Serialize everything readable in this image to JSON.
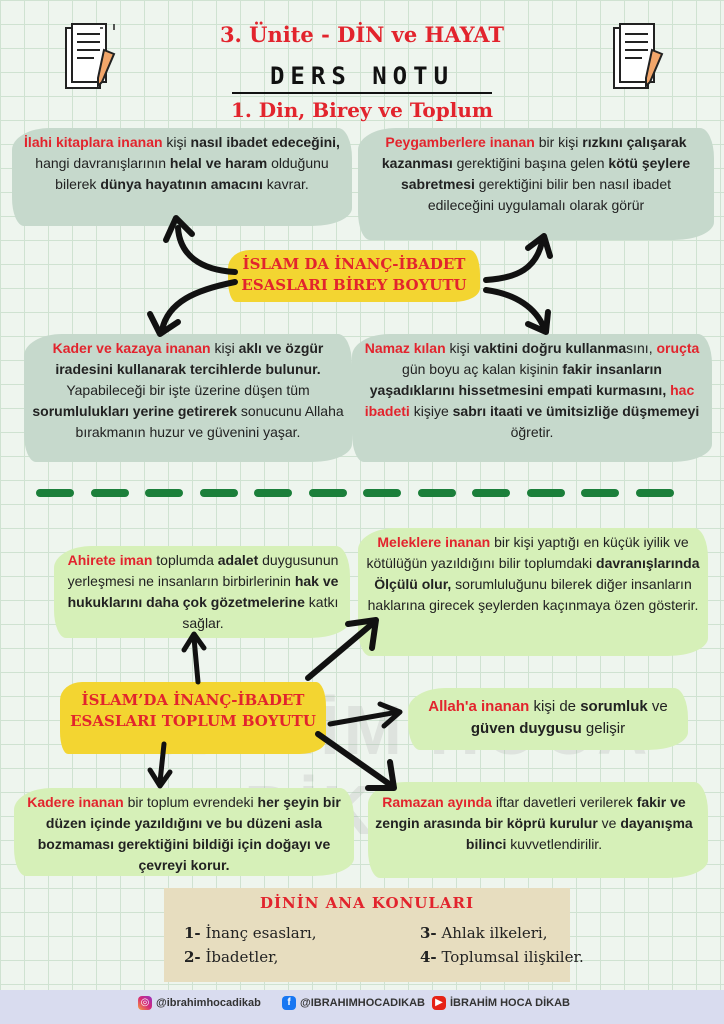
{
  "header": {
    "unit_title": "3. Ünite - DİN ve HAYAT",
    "ders_notu": "DERS NOTU",
    "section_title": "1. Din, Birey ve Toplum"
  },
  "individual": {
    "center_line1": "İSLAM DA İNANÇ-İBADET",
    "center_line2": "ESASLARI BİREY BOYUTU",
    "card1": [
      {
        "t": "İlahi kitaplara inanan",
        "s": "red"
      },
      {
        "t": " kişi ",
        "s": ""
      },
      {
        "t": "nasıl ibadet edeceğini,",
        "s": "b"
      },
      {
        "t": " hangi davranışlarının ",
        "s": ""
      },
      {
        "t": "helal ve haram",
        "s": "b"
      },
      {
        "t": " olduğunu bilerek ",
        "s": ""
      },
      {
        "t": "dünya hayatının amacını",
        "s": "b"
      },
      {
        "t": " kavrar.",
        "s": ""
      }
    ],
    "card2": [
      {
        "t": "Peygamberlere inanan",
        "s": "red"
      },
      {
        "t": " bir kişi ",
        "s": ""
      },
      {
        "t": "rızkını çalışarak kazanması",
        "s": "b"
      },
      {
        "t": " gerektiğini başına gelen ",
        "s": ""
      },
      {
        "t": "kötü şeylere sabretmesi",
        "s": "b"
      },
      {
        "t": " gerektiğini bilir ben nasıl ibadet edileceğini uygulamalı olarak görür",
        "s": ""
      }
    ],
    "card3": [
      {
        "t": "Kader ve kazaya inanan",
        "s": "red"
      },
      {
        "t": " kişi ",
        "s": ""
      },
      {
        "t": "aklı ve özgür iradesini kullanarak tercihlerde bulunur.",
        "s": "b"
      },
      {
        "t": " Yapabileceği bir işte üzerine düşen tüm ",
        "s": ""
      },
      {
        "t": "sorumlulukları yerine getirerek",
        "s": "b"
      },
      {
        "t": " sonucunu Allaha bırakmanın huzur ve güvenini yaşar.",
        "s": ""
      }
    ],
    "card4": [
      {
        "t": "Namaz kılan",
        "s": "red"
      },
      {
        "t": "  kişi ",
        "s": ""
      },
      {
        "t": "vaktini doğru kullanma",
        "s": "b"
      },
      {
        "t": "sını, ",
        "s": ""
      },
      {
        "t": "oruçta",
        "s": "red"
      },
      {
        "t": " gün boyu aç kalan kişinin ",
        "s": ""
      },
      {
        "t": "fakir insanların yaşadıklarını hissetmesini empati kurmasını,",
        "s": "b"
      },
      {
        "t": " ",
        "s": ""
      },
      {
        "t": "hac ibadeti",
        "s": "red"
      },
      {
        "t": " kişiye ",
        "s": ""
      },
      {
        "t": "sabrı itaati ve ümitsizliğe düşmemeyi",
        "s": "b"
      },
      {
        "t": " öğretir.",
        "s": ""
      }
    ]
  },
  "societal": {
    "center_line1": "İSLAM’DA İNANÇ-İBADET",
    "center_line2": "ESASLARI TOPLUM BOYUTU",
    "card1": [
      {
        "t": "Ahirete iman",
        "s": "red"
      },
      {
        "t": " toplumda ",
        "s": ""
      },
      {
        "t": "adalet",
        "s": "b"
      },
      {
        "t": " duygusunun yerleşmesi ne insanların birbirlerinin ",
        "s": ""
      },
      {
        "t": "hak ve hukuklarını daha çok gözetmelerine",
        "s": "b"
      },
      {
        "t": " katkı sağlar.",
        "s": ""
      }
    ],
    "card2": [
      {
        "t": "Meleklere inanan",
        "s": "red"
      },
      {
        "t": " bir kişi yaptığı en küçük iyilik ve kötülüğün yazıldığını bilir toplumdaki ",
        "s": ""
      },
      {
        "t": "davranışlarında Ölçülü olur,",
        "s": "b"
      },
      {
        "t": " sorumluluğunu bilerek diğer insanların haklarına girecek şeylerden kaçınmaya özen gösterir.",
        "s": ""
      }
    ],
    "card3": [
      {
        "t": "Allah'a inanan",
        "s": "red"
      },
      {
        "t": " kişi de ",
        "s": ""
      },
      {
        "t": "sorumluk",
        "s": "b"
      },
      {
        "t": " ve ",
        "s": ""
      },
      {
        "t": "güven duygusu",
        "s": "b"
      },
      {
        "t": " gelişir",
        "s": ""
      }
    ],
    "card4": [
      {
        "t": "Kadere inanan",
        "s": "red"
      },
      {
        "t": " bir toplum evrendeki ",
        "s": ""
      },
      {
        "t": "her şeyin bir düzen içinde yazıldığını ve bu düzeni asla bozmaması gerektiğini bildiği için doğayı ve çevreyi korur.",
        "s": "b"
      }
    ],
    "card5": [
      {
        "t": "Ramazan ayında",
        "s": "red"
      },
      {
        "t": " iftar davetleri verilerek ",
        "s": ""
      },
      {
        "t": "fakir ve zengin arasında bir köprü kurulur",
        "s": "b"
      },
      {
        "t": " ve ",
        "s": ""
      },
      {
        "t": "dayanışma bilinci",
        "s": "b"
      },
      {
        "t": " kuvvetlendirilir.",
        "s": ""
      }
    ]
  },
  "topics": {
    "title": "DİNİN ANA KONULARI",
    "items": [
      {
        "num": "1-",
        "text": " İnanç esasları,"
      },
      {
        "num": "2-",
        "text": " İbadetler,"
      },
      {
        "num": "3-",
        "text": " Ahlak ilkeleri,"
      },
      {
        "num": "4-",
        "text": " Toplumsal ilişkiler."
      }
    ]
  },
  "watermark": "İBRAHİM HOCA DİKAB",
  "footer": {
    "instagram": "@ibrahimhocadikab",
    "facebook": "@IBRAHIMHOCADIKAB",
    "youtube": "İBRAHİM HOCA DİKAB"
  },
  "colors": {
    "accent_red": "#e2242d",
    "banner_yellow": "#f3d531",
    "card_gray": "#c6d9cc",
    "card_green": "#d6f0b8",
    "dash_green": "#1b7f3a",
    "topics_bg": "#e7ddbf"
  }
}
